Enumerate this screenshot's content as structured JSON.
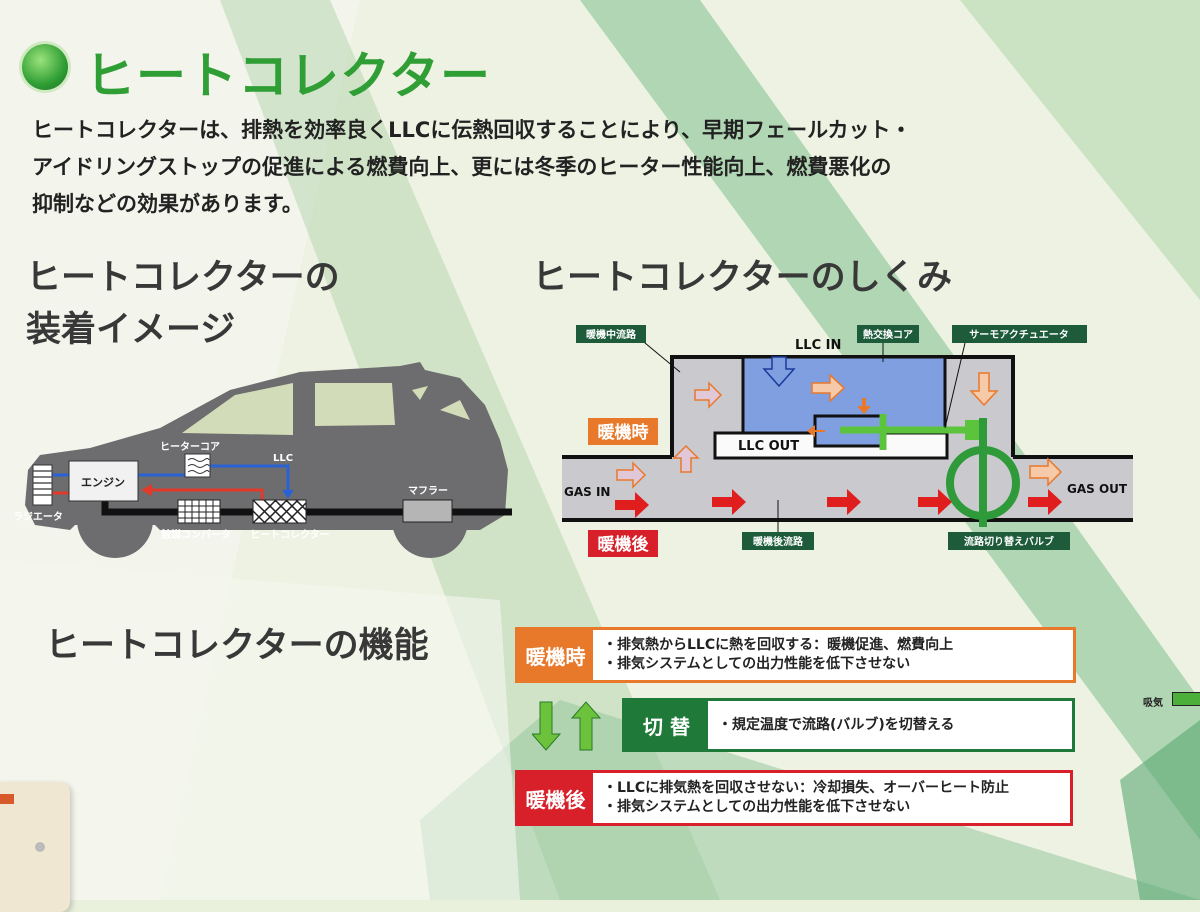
{
  "header": {
    "title": "ヒートコレクター"
  },
  "intro": {
    "lines": [
      "ヒートコレクターは、排熱を効率良くLLCに伝熱回収することにより、早期フェールカット・",
      "アイドリングストップの促進による燃費向上、更には冬季のヒーター性能向上、燃費悪化の",
      "抑制などの効果があります。"
    ]
  },
  "install": {
    "heading_line1": "ヒートコレクターの",
    "heading_line2": "装着イメージ",
    "labels": {
      "engine": "エンジン",
      "radiator": "ラジエータ",
      "heater_core": "ヒーターコア",
      "llc": "LLC",
      "catalyst": "触媒コンバータ",
      "heat_collector": "ヒートコレクター",
      "muffler": "マフラー"
    }
  },
  "mechanism": {
    "heading": "ヒートコレクターのしくみ",
    "labels": {
      "warmup_path": "暖機中流路",
      "llc_in": "LLC IN",
      "core": "熱交換コア",
      "actuator": "サーモアクチュエータ",
      "llc_out": "LLC OUT",
      "gas_in": "GAS IN",
      "gas_out": "GAS OUT",
      "during": "暖機時",
      "after": "暖機後",
      "after_path": "暖機後流路",
      "valve": "流路切り替えバルブ"
    }
  },
  "functions": {
    "heading": "ヒートコレクターの機能",
    "during": {
      "label": "暖機時",
      "lines": [
        "・排気熱からLLCに熱を回収する：暖機促進、燃費向上",
        "・排気システムとしての出力性能を低下させない"
      ]
    },
    "switch": {
      "label": "切 替",
      "lines": [
        "・規定温度で流路(バルブ)を切替える"
      ]
    },
    "after": {
      "label": "暖機後",
      "lines": [
        "・LLCに排気熱を回収させない：冷却損失、オーバーヒート防止",
        "・排気システムとしての出力性能を低下させない"
      ]
    }
  },
  "side": {
    "intake": "吸気"
  },
  "colors": {
    "green": "#2f9e35",
    "orange": "#e8782a",
    "red": "#d7202a",
    "dark_green": "#1f7a3a",
    "tag_green": "#1d5b3b"
  }
}
